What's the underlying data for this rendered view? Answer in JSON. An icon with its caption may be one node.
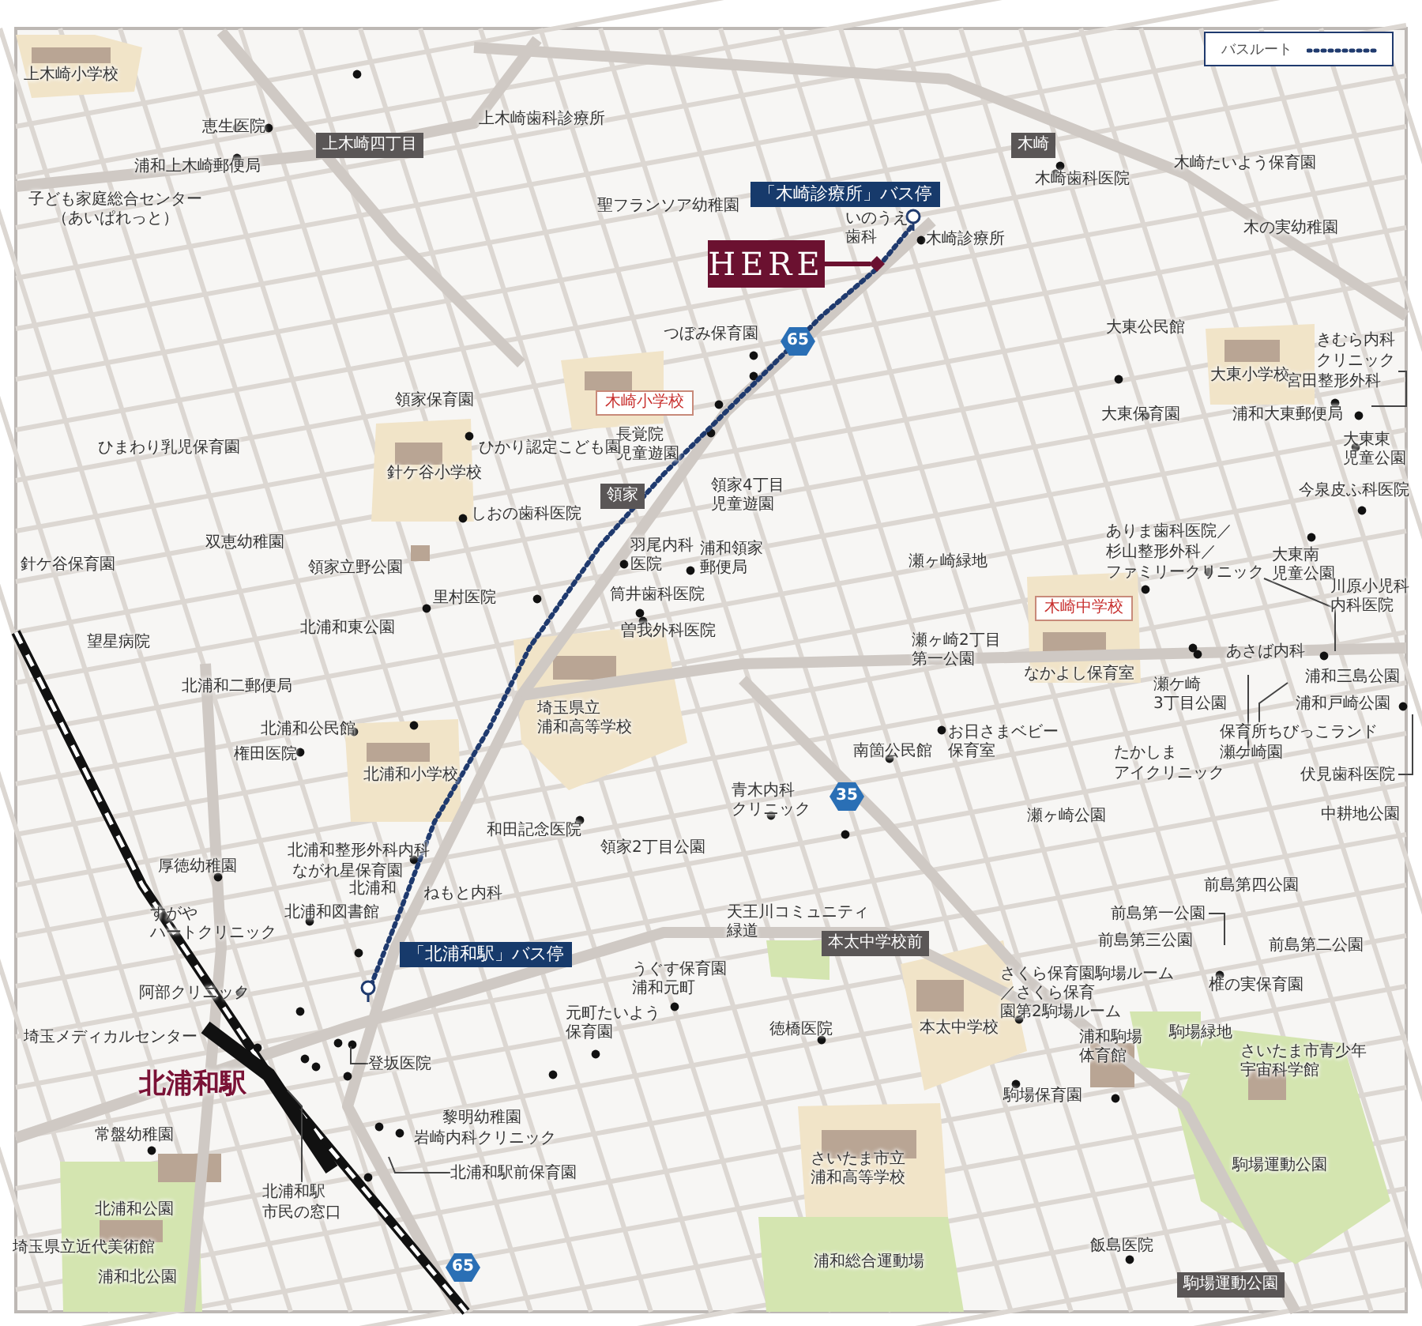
{
  "diagram": {
    "nodes": [
      {
        "text": [
          "HERE"
        ]
      },
      {
        "text": [],
        "shape": "diamond"
      },
      {
        "text": [
          "北浦和駅市民の窓口"
        ]
      },
      {
        "text": [
          "登坂医院"
        ]
      },
      {
        "text": [
          "北浦和駅前保育園"
        ]
      },
      {
        "text": [
          "ありま歯科医院／杉山整形外科／ファミリークリニック"
        ]
      },
      {
        "text": [
          "たかしまアイクリニック"
        ]
      },
      {
        "text": [
          "保育所ちびっこランド瀬ケ崎園"
        ]
      },
      {
        "text": [
          "伏見歯科医院"
        ]
      },
      {
        "text": [
          "前島第一公園"
        ]
      },
      {
        "text": [
          "きむら内科クリニック"
        ]
      }
    ],
    "edges": [
      {
        "from": 0,
        "to": 1,
        "arrow": "none",
        "style": "thick"
      },
      {
        "from": 2,
        "to": null,
        "arrow": "none"
      },
      {
        "from": 3,
        "to": null,
        "arrow": "none"
      },
      {
        "from": 4,
        "to": null,
        "arrow": "none"
      },
      {
        "from": 5,
        "to": null,
        "arrow": "none"
      },
      {
        "from": 6,
        "to": null,
        "arrow": "none"
      },
      {
        "from": 7,
        "to": null,
        "arrow": "none"
      },
      {
        "from": 8,
        "to": null,
        "arrow": "none"
      },
      {
        "from": 9,
        "to": null,
        "arrow": "none"
      },
      {
        "from": 10,
        "to": null,
        "arrow": "none"
      }
    ],
    "labels": [
      "上木崎小学校",
      "上木崎歯科診療所",
      "恵生医院",
      "上木崎四丁目",
      "木崎",
      "木崎たいよう保育園",
      "浦和上木崎郵便局",
      "木崎歯科医院",
      "「木崎診療所」バス停",
      "子ども家庭総合センター（あいぱれっと）",
      "聖フランソア幼稚園",
      "いのうえ歯科",
      "木の実幼稚園",
      "木崎診療所",
      "大東公民館",
      "つぼみ保育園",
      "65",
      "大東小学校",
      "宮田整形外科",
      "木崎小学校",
      "領家保育園",
      "大東保育園",
      "浦和大東郵便局",
      "大東東児童公園",
      "長覚院児童遊園",
      "ひかり認定こども園",
      "ひまわり乳児保育園",
      "針ケ谷小学校",
      "領家4丁目児童遊園",
      "領家",
      "今泉皮ふ科医院",
      "しおの歯科医院",
      "双恵幼稚園",
      "羽尾内科医院",
      "浦和領家郵便局",
      "大東南児童公園",
      "瀬ヶ崎緑地",
      "針ケ谷保育園",
      "領家立野公園",
      "川原小児科内科医院",
      "筒井歯科医院",
      "里村医院",
      "木崎中学校",
      "北浦和東公園",
      "曽我外科医院",
      "瀬ヶ崎2丁目第一公園",
      "望星病院",
      "あさば内科",
      "なかよし保育室",
      "浦和三島公園",
      "北浦和二郵便局",
      "瀬ケ崎3丁目公園",
      "浦和戸崎公園",
      "埼玉県立浦和高等学校",
      "北浦和公民館",
      "お日さまベビー保育室",
      "南箇公民館",
      "権田医院",
      "北浦和小学校",
      "青木内科クリニック",
      "35",
      "瀬ヶ崎公園",
      "中耕地公園",
      "和田記念医院",
      "領家2丁目公園",
      "北浦和整形外科内科",
      "厚徳幼稚園",
      "ながれ星保育園",
      "前島第四公園",
      "北浦和",
      "ねもと内科",
      "北浦和図書館",
      "天王川コミュニティ緑道",
      "すがやハートクリニック",
      "本太中学校前",
      "前島第三公園",
      "前島第二公園",
      "「北浦和駅」バス停",
      "うぐす保育園浦和元町",
      "さくら保育園駒場ルーム／さくら保育園第2駒場ルーム",
      "椎の実保育園",
      "阿部クリニック",
      "元町たいよう保育園",
      "本太中学校",
      "徳橋医院",
      "駒場緑地",
      "浦和駒場体育館",
      "埼玉メディカルセンター",
      "さいたま市青少年宇宙科学館",
      "北浦和駅",
      "駒場保育園",
      "黎明幼稚園",
      "常盤幼稚園",
      "岩崎内科クリニック",
      "さいたま市立浦和高等学校",
      "駒場運動公園",
      "北浦和公園",
      "埼玉県立近代美術館",
      "飯島医院",
      "65",
      "浦和総合運動場",
      "浦和北公園",
      "駒場運動公園"
    ],
    "legend": [
      {
        "text": "バスルート"
      }
    ]
  }
}
